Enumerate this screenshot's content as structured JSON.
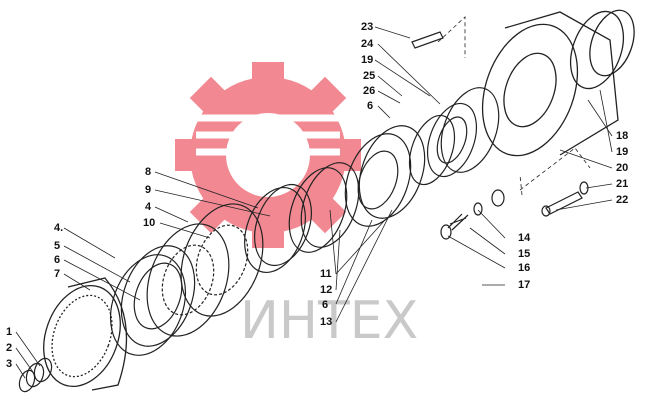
{
  "watermark": {
    "text": "ИНТЕХ",
    "color": "#e8293a"
  },
  "callouts": {
    "c1": "1",
    "c2": "2",
    "c3": "3",
    "c4a": "4.",
    "c4b": "4",
    "c5": "5",
    "c6a": "6",
    "c6b": "6",
    "c6c": "6",
    "c7": "7",
    "c8": "8",
    "c9": "9",
    "c10": "10",
    "c11": "11",
    "c12": "12",
    "c13": "13",
    "c14": "14",
    "c15": "15",
    "c16": "16",
    "c17": "17",
    "c18": "18",
    "c19a": "19",
    "c19b": "19",
    "c20": "20",
    "c21": "21",
    "c22": "22",
    "c23": "23",
    "c24": "24",
    "c25": "25",
    "c26": "26"
  }
}
